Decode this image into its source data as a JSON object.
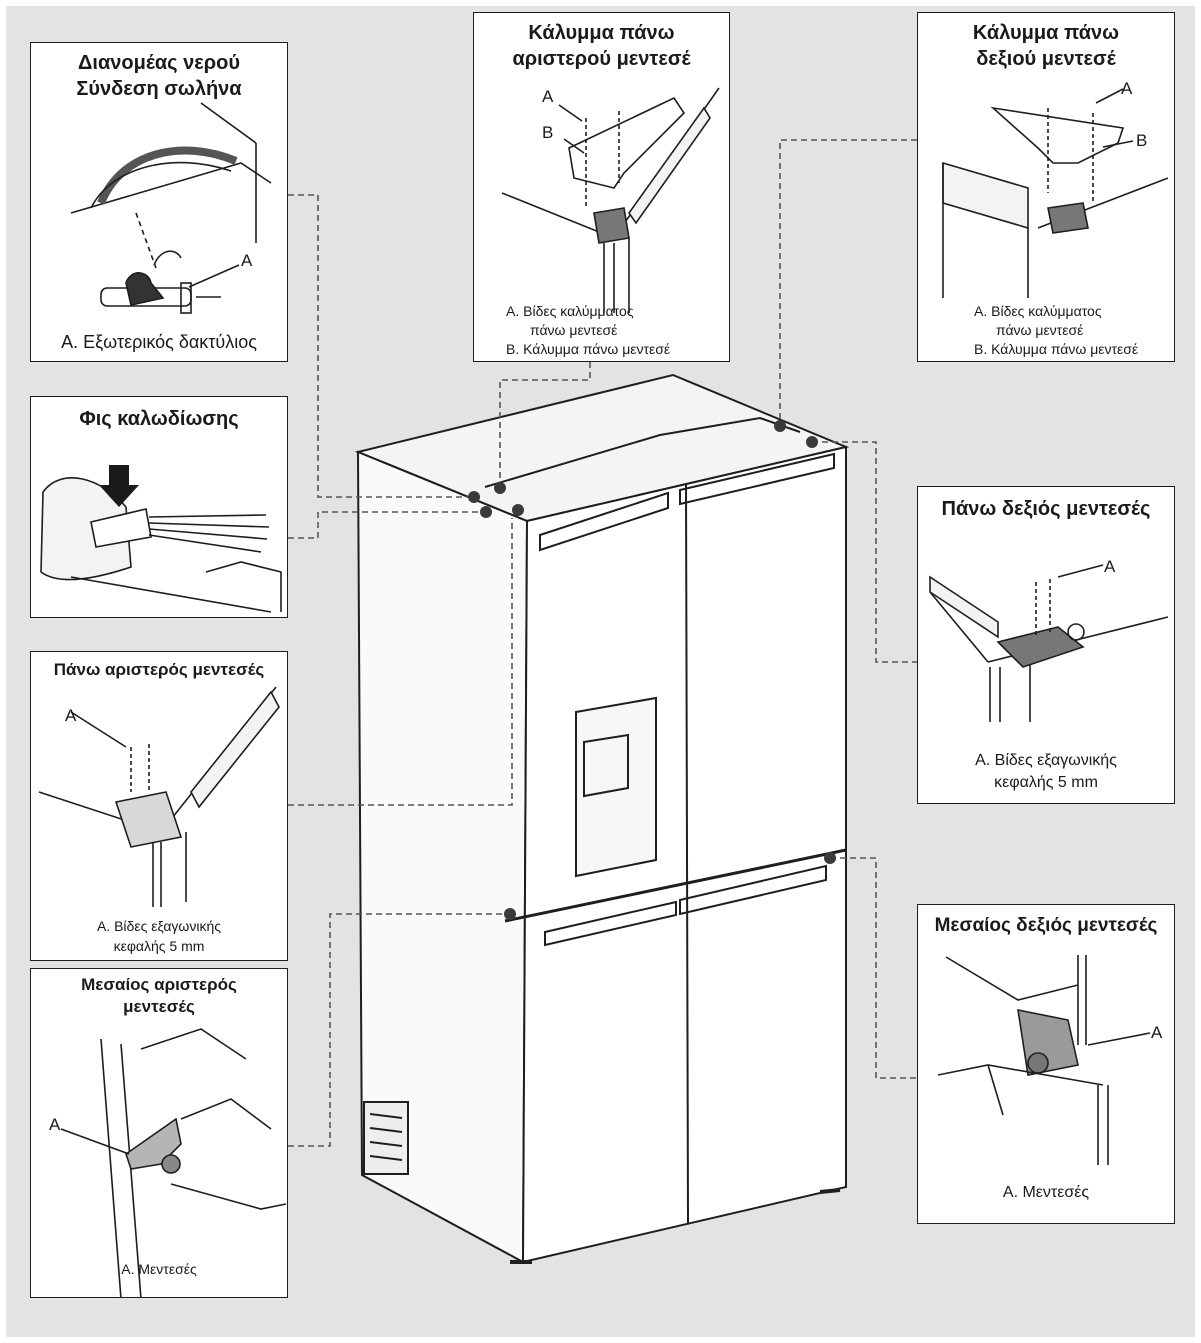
{
  "colors": {
    "background": "#e3e3e3",
    "panel": "#ffffff",
    "line": "#1e1e1e",
    "connector": "#555555",
    "dot": "#3a3a3a"
  },
  "panels": {
    "water_dispenser": {
      "title_line1": "Διανομέας νερού",
      "title_line2": "Σύνδεση σωλήνα",
      "label_a": "A",
      "caption": "A. Εξωτερικός δακτύλιος"
    },
    "wire_plug": {
      "title": "Φις καλωδίωσης"
    },
    "top_left_hinge": {
      "title": "Πάνω αριστερός μεντεσές",
      "label_a": "A",
      "caption_line1": "A. Βίδες εξαγωνικής",
      "caption_line2": "κεφαλής 5 mm"
    },
    "middle_left_hinge": {
      "title_line1": "Μεσαίος αριστερός",
      "title_line2": "μεντεσές",
      "label_a": "A",
      "caption": "A. Μεντεσές"
    },
    "top_left_cover": {
      "title_line1": "Κάλυμμα πάνω",
      "title_line2": "αριστερού μεντεσέ",
      "label_a": "A",
      "label_b": "B",
      "caption_line1": "A. Βίδες καλύμματος",
      "caption_line2": "πάνω μεντεσέ",
      "caption_line3": "B. Κάλυμμα πάνω μεντεσέ"
    },
    "top_right_cover": {
      "title_line1": "Κάλυμμα πάνω",
      "title_line2": "δεξιού μεντεσέ",
      "label_a": "A",
      "label_b": "B",
      "caption_line1": "A. Βίδες καλύμματος",
      "caption_line2": "πάνω μεντεσέ",
      "caption_line3": "B. Κάλυμμα πάνω μεντεσέ"
    },
    "top_right_hinge": {
      "title": "Πάνω δεξιός μεντεσές",
      "label_a": "A",
      "caption_line1": "A. Βίδες εξαγωνικής",
      "caption_line2": "κεφαλής 5 mm"
    },
    "middle_right_hinge": {
      "title": "Μεσαίος δεξιός μεντεσές",
      "label_a": "A",
      "caption": "A. Μεντεσές"
    }
  }
}
